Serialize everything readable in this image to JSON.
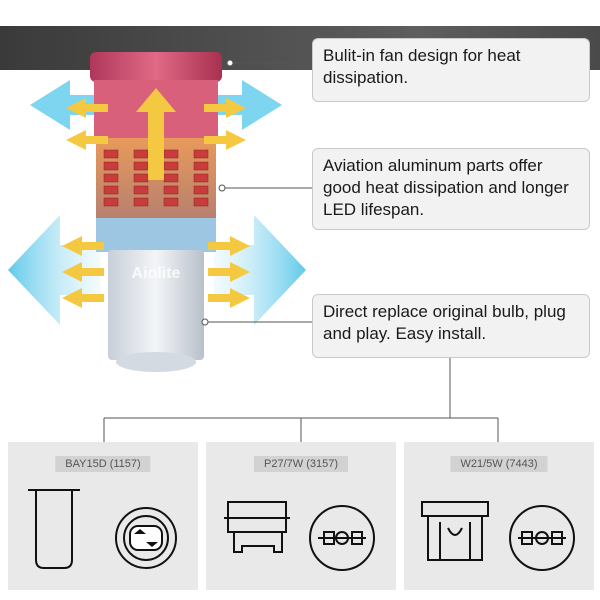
{
  "callouts": {
    "fan": "Bulit-in fan design for heat dissipation.",
    "aluminum": "Aviation aluminum parts offer good heat dissipation and longer LED lifespan.",
    "replace": "Direct replace original bulb, plug and play. Easy install."
  },
  "brand": "Aiolite",
  "bases": [
    {
      "label": "BAY15D (1157)"
    },
    {
      "label": "P27/7W (3157)"
    },
    {
      "label": "W21/5W (7443)"
    }
  ],
  "colors": {
    "bulb_top": "#d64a6a",
    "led_red": "#c83c3c",
    "arrow_yellow": "#f5c842",
    "arrow_blue": "#4fc3e8",
    "base_silver": "#dfe3e8"
  }
}
